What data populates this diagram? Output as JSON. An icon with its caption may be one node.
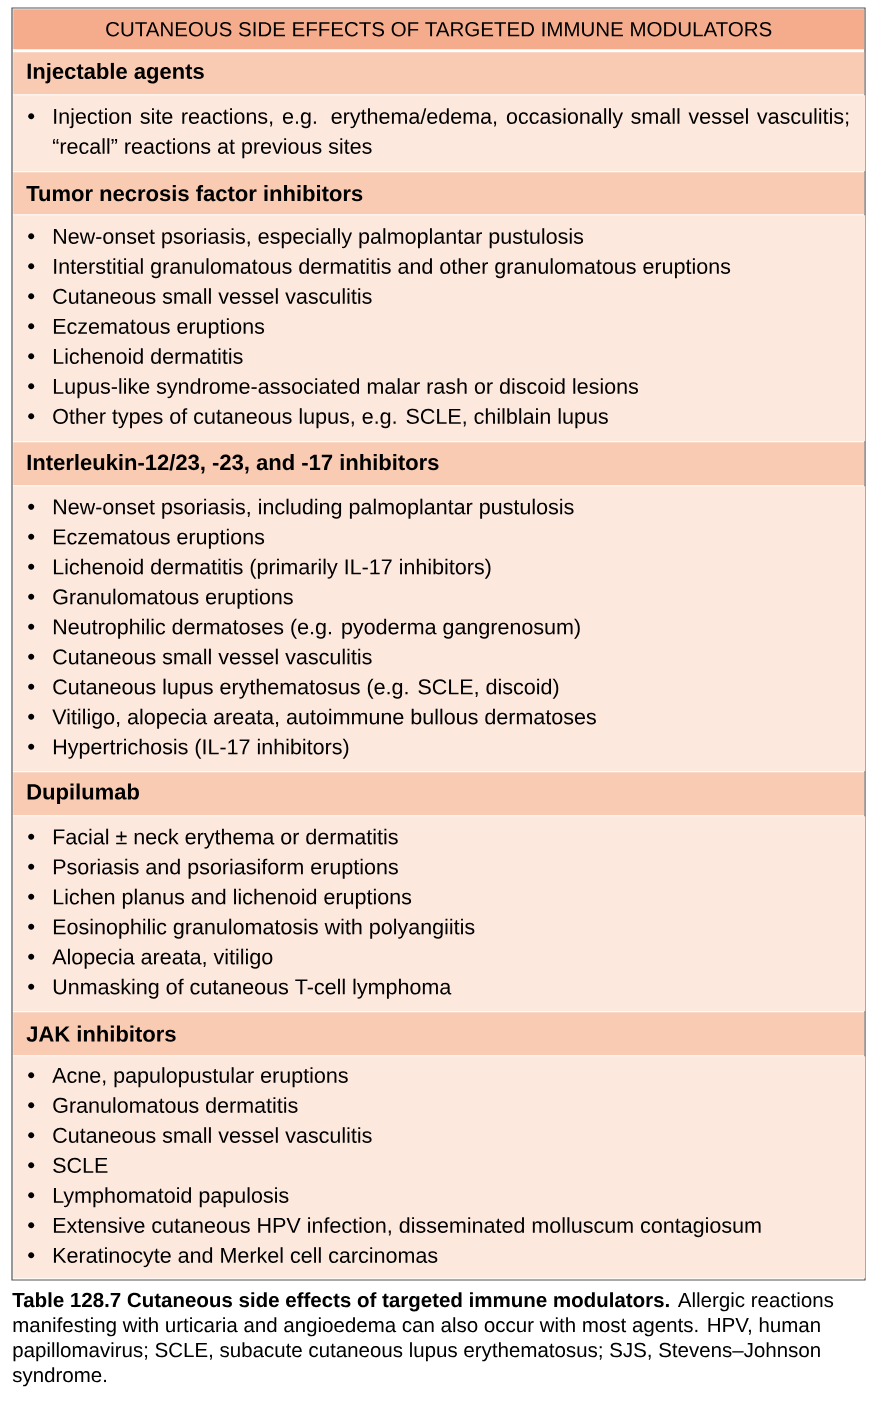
{
  "diagram": {
    "title": "CUTANEOUS SIDE EFFECTS OF TARGETED IMMUNE MODULATORS",
    "caption": "**Table 128.7 Cutaneous side effects of targeted immune modulators.** Allergic reactions manifesting with urticaria and angioedema can also occur with most agents. HPV, human papillomavirus; SCLE, subacute cutaneous lupus erythematosus; SJS, Stevens–Johnson syndrome.",
    "nodes": [
      {
        "text": [
          "Injectable agents"
        ]
      },
      {
        "text": [
          "Injection site reactions, e.g. erythema/edema, occasionally small vessel vasculitis; “recall” reactions at previous sites"
        ]
      },
      {
        "text": [
          "Tumor necrosis factor inhibitors"
        ]
      },
      {
        "text": [
          "New-onset psoriasis, especially palmoplantar pustulosis",
          "Interstitial granulomatous dermatitis and other granulomatous eruptions",
          "Cutaneous small vessel vasculitis",
          "Eczematous eruptions",
          "Lichenoid dermatitis",
          "Lupus-like syndrome-associated malar rash or discoid lesions",
          "Other types of cutaneous lupus, e.g. SCLE, chilblain lupus"
        ]
      },
      {
        "text": [
          "Interleukin-12/23, -23, and -17 inhibitors"
        ]
      },
      {
        "text": [
          "New-onset psoriasis, including palmoplantar pustulosis",
          "Eczematous eruptions",
          "Lichenoid dermatitis (primarily IL-17 inhibitors)",
          "Granulomatous eruptions",
          "Neutrophilic dermatoses (e.g. pyoderma gangrenosum)",
          "Cutaneous small vessel vasculitis",
          "Cutaneous lupus erythematosus (e.g. SCLE, discoid)",
          "Vitiligo, alopecia areata, autoimmune bullous dermatoses",
          "Hypertrichosis (IL-17 inhibitors)"
        ]
      },
      {
        "text": [
          "Dupilumab"
        ]
      },
      {
        "text": [
          "Facial ± neck erythema or dermatitis",
          "Psoriasis and psoriasiform eruptions",
          "Lichen planus and lichenoid eruptions",
          "Eosinophilic granulomatosis with polyangiitis",
          "Alopecia areata, vitiligo",
          "Unmasking of cutaneous T-cell lymphoma"
        ]
      },
      {
        "text": [
          "JAK inhibitors"
        ]
      },
      {
        "text": [
          "Acne, papulopustular eruptions",
          "Granulomatous dermatitis",
          "Cutaneous small vessel vasculitis",
          "SCLE",
          "Lymphomatoid papulosis",
          "Extensive cutaneous HPV infection, disseminated molluscum contagiosum",
          "Keratinocyte and Merkel cell carcinomas"
        ]
      }
    ]
  }
}
